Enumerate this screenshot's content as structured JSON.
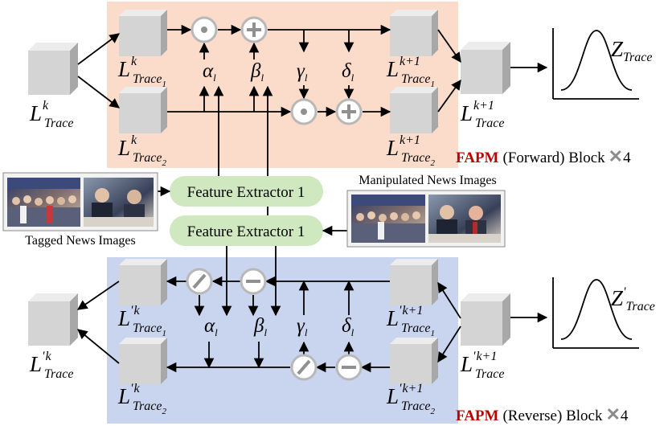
{
  "forward": {
    "input_base": "L",
    "input_sup": "k",
    "input_sub": "Trace",
    "b1_base": "L",
    "b1_sup": "k",
    "b1_sub": "Trace",
    "b1_idx": "1",
    "b2_base": "L",
    "b2_sup": "k",
    "b2_sub": "Trace",
    "b2_idx": "2",
    "o1_base": "L",
    "o1_sup": "k+1",
    "o1_sub": "Trace",
    "o1_idx": "1",
    "o2_base": "L",
    "o2_sup": "k+1",
    "o2_sub": "Trace",
    "o2_idx": "2",
    "out_base": "L",
    "out_sup": "k+1",
    "out_sub": "Trace",
    "z_base": "Z",
    "z_sub": "Trace",
    "block_name": "FAPM",
    "block_label": "(Forward) Block",
    "block_mult": "4"
  },
  "params": {
    "alpha": "α",
    "beta": "β",
    "gamma": "γ",
    "delta": "δ",
    "sub": "l"
  },
  "middle": {
    "fe1": "Feature Extractor 1",
    "fe2": "Feature Extractor 1",
    "tagged_caption": "Tagged News Images",
    "manip_caption": "Manipulated News Images"
  },
  "reverse": {
    "out_base": "L",
    "out_prime": "'",
    "out_sup": "k",
    "out_sub": "Trace",
    "b1_base": "L",
    "b1_prime": "'",
    "b1_sup": "k",
    "b1_sub": "Trace",
    "b1_idx": "1",
    "b2_base": "L",
    "b2_prime": "'",
    "b2_sup": "k",
    "b2_sub": "Trace",
    "b2_idx": "2",
    "i1_base": "L",
    "i1_prime": "'",
    "i1_sup": "k+1",
    "i1_sub": "Trace",
    "i1_idx": "1",
    "i2_base": "L",
    "i2_prime": "'",
    "i2_sup": "k+1",
    "i2_sub": "Trace",
    "i2_idx": "2",
    "in_base": "L",
    "in_prime": "'",
    "in_sup": "k+1",
    "in_sub": "Trace",
    "z_base": "Z",
    "z_prime": "'",
    "z_sub": "Trace",
    "block_name": "FAPM",
    "block_label": "(Reverse) Block",
    "block_mult": "4"
  },
  "colors": {
    "forward_bg": "#fbdccb",
    "reverse_bg": "#c9d5ee",
    "extractor_bg": "#cfe8bf",
    "block_face": "#d4d4d4",
    "fapm_red": "#c00000"
  }
}
